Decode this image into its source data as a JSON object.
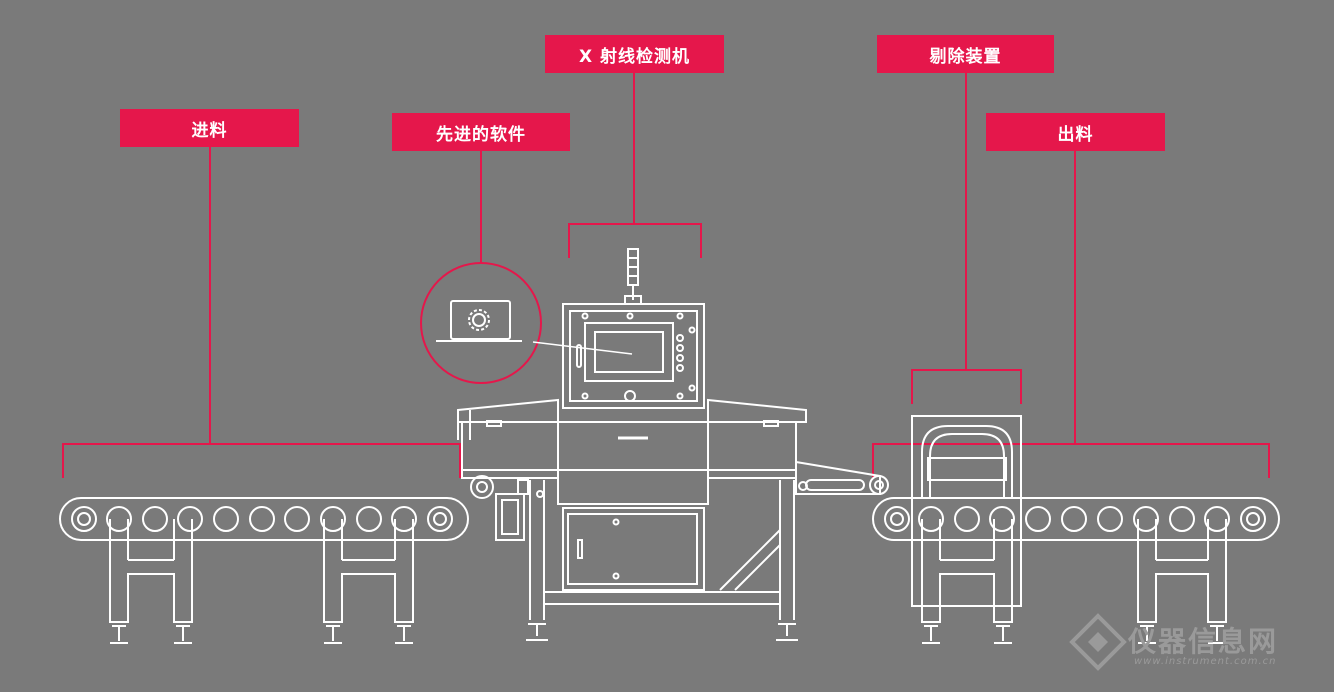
{
  "labels": {
    "infeed": "进料",
    "software": "先进的软件",
    "xray": "X 射线检测机",
    "reject": "剔除装置",
    "outfeed": "出料"
  },
  "colors": {
    "background": "#7a7a7a",
    "accent": "#e5174b",
    "line": "#ffffff"
  },
  "icons": {
    "software": "laptop-gear-icon",
    "watermark": "instrument-logo-icon"
  },
  "watermark": {
    "name": "仪器信息网",
    "url": "www.instrument.com.cn"
  }
}
